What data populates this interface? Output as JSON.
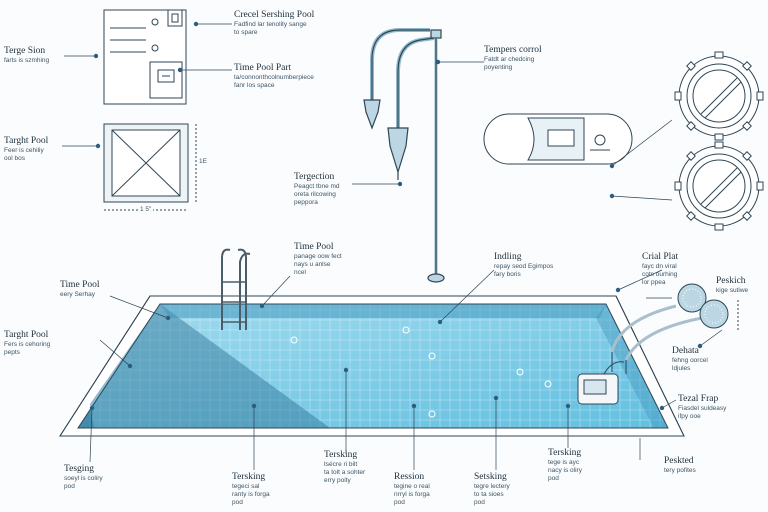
{
  "colors": {
    "line": "#2f4656",
    "water_light": "#8fd3ea",
    "water_mid": "#5bb8dc",
    "water_dark": "#2f7fa6",
    "deck": "#ffffff",
    "dot": "#2a5d7e"
  },
  "labels": {
    "top_left_sign": {
      "title": "Terge Sion",
      "lines": [
        "farts is szmhing"
      ]
    },
    "crecel_pool": {
      "title": "Crecel Sershing Pool",
      "lines": [
        "Fadfind lar tenolity sange",
        "to spare"
      ]
    },
    "time_pool_part": {
      "title": "Time Pool Part",
      "lines": [
        "ta/connonthcolnumberpiece",
        "fanr los space"
      ]
    },
    "targht_pool": {
      "title": "Targht Pool",
      "lines": [
        "Feer is cehiliy",
        "ool bos"
      ]
    },
    "dimension_v": {
      "title": "1E",
      "lines": []
    },
    "dimension_h": {
      "title": "1 5\"",
      "lines": []
    },
    "tergaction": {
      "title": "Tergection",
      "lines": [
        "Peagct tbne md",
        "oreta rilcowing",
        "peppora"
      ]
    },
    "tempers_corrol": {
      "title": "Tempers corrol",
      "lines": [
        "Fatdt ar chedcing",
        "poyenting"
      ]
    },
    "time_pool_center": {
      "title": "Time Pool",
      "lines": [
        "panage oow fect",
        "nays u anlse",
        "ncel"
      ]
    },
    "indling": {
      "title": "Indling",
      "lines": [
        "repay seod Egimpos",
        "fary boris"
      ]
    },
    "crial_plat": {
      "title": "Crial Plat",
      "lines": [
        "fayc dn viral",
        "cots ourhing",
        "lor ppea"
      ]
    },
    "peskich": {
      "title": "Peskich",
      "lines": [
        "kige sutiwe"
      ]
    },
    "time_pool_left": {
      "title": "Time Pool",
      "lines": [
        "eery Serhay"
      ]
    },
    "targht_pool_left": {
      "title": "Targht Pool",
      "lines": [
        "Fers is cehoring",
        "pepts"
      ]
    },
    "dehata": {
      "title": "Dehata",
      "lines": [
        "fehng oorcel",
        "ldjules"
      ]
    },
    "tezal_frap": {
      "title": "Tezal Frap",
      "lines": [
        "Fiasdel suldeasy",
        "ifpy ooe"
      ]
    },
    "tesging": {
      "title": "Tesging",
      "lines": [
        "soeyl is coliry",
        "pod"
      ]
    },
    "tersking_a": {
      "title": "Tersking",
      "lines": [
        "tegeci sal",
        "ranty is forga",
        "pod"
      ]
    },
    "tersking_b": {
      "title": "Tersking",
      "lines": [
        "tsécre ri bilt",
        "ta tolt a sohter",
        "erry poity"
      ]
    },
    "ression": {
      "title": "Ression",
      "lines": [
        "tegine o real",
        "nrryl is forga",
        "pod"
      ]
    },
    "setsking": {
      "title": "Setsking",
      "lines": [
        "tegre lectery",
        "to ta sioes",
        "pod"
      ]
    },
    "tersking_c": {
      "title": "Tersking",
      "lines": [
        "tege is ayc",
        "nacy is oliry",
        "pod"
      ]
    },
    "peskted": {
      "title": "Peskted",
      "lines": [
        "tery pofites"
      ]
    }
  }
}
